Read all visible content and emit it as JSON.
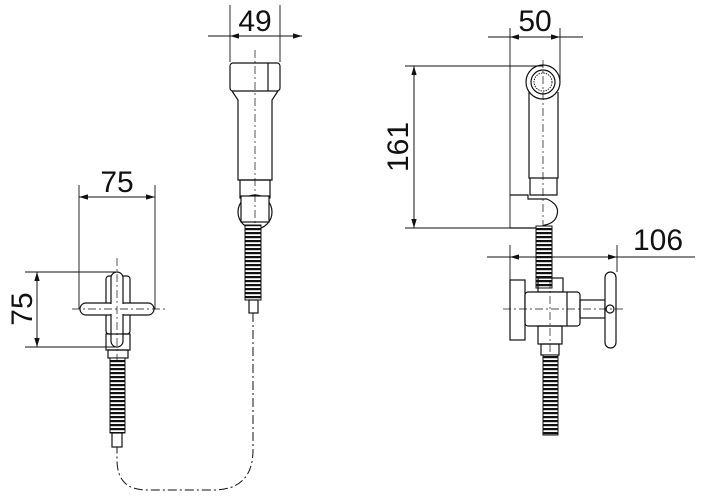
{
  "drawing": {
    "front_view": {
      "handset_width_label": "49",
      "valve_width_label": "75",
      "valve_height_label": "75"
    },
    "side_view": {
      "handset_depth_label": "50",
      "handset_height_label": "161",
      "valve_projection_label": "106"
    },
    "line_color": "#111111"
  }
}
